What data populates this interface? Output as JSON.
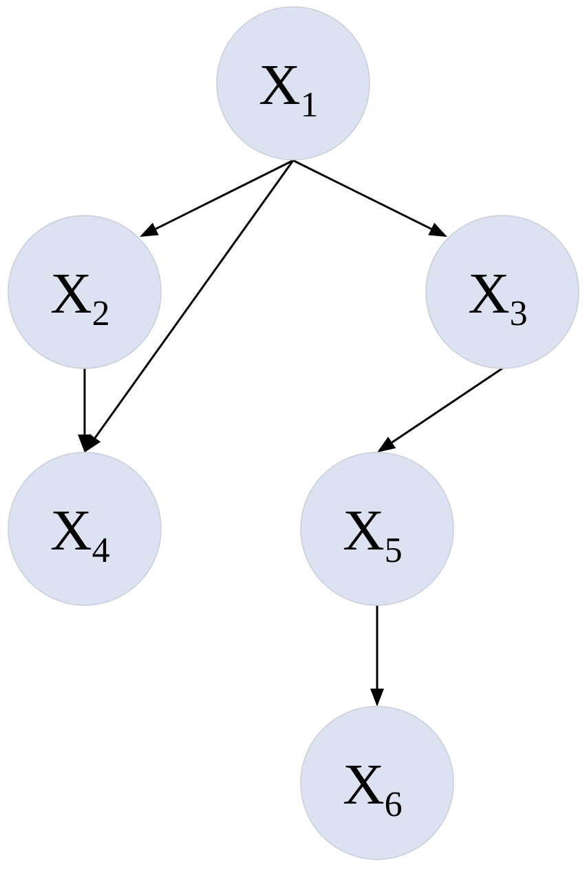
{
  "graph": {
    "nodes": [
      {
        "id": "x1",
        "letter": "X",
        "sub": "1"
      },
      {
        "id": "x2",
        "letter": "X",
        "sub": "2"
      },
      {
        "id": "x3",
        "letter": "X",
        "sub": "3"
      },
      {
        "id": "x4",
        "letter": "X",
        "sub": "4"
      },
      {
        "id": "x5",
        "letter": "X",
        "sub": "5"
      },
      {
        "id": "x6",
        "letter": "X",
        "sub": "6"
      }
    ],
    "edges": [
      {
        "from": "x1",
        "to": "x2"
      },
      {
        "from": "x1",
        "to": "x4"
      },
      {
        "from": "x1",
        "to": "x3"
      },
      {
        "from": "x2",
        "to": "x4"
      },
      {
        "from": "x3",
        "to": "x5"
      },
      {
        "from": "x5",
        "to": "x6"
      }
    ],
    "colors": {
      "node_fill": "#dce2f2",
      "node_stroke": "#c9cdd8",
      "edge": "#000000",
      "label": "#000000"
    }
  }
}
